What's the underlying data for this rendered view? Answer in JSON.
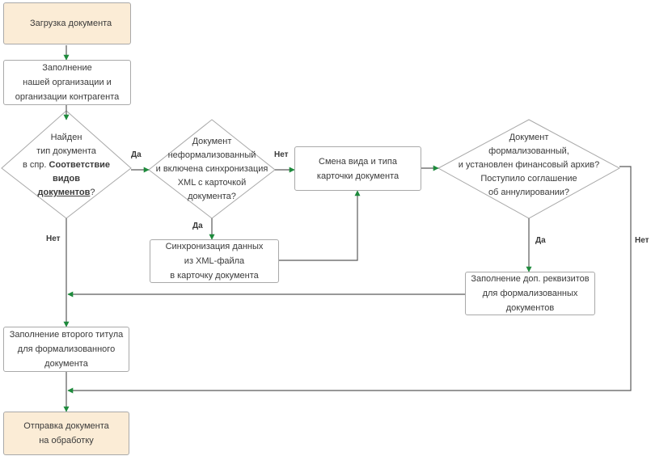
{
  "nodes": {
    "upload": "Загрузка документа",
    "fill_orgs": "Заполнение\nнашей организации и\nорганизации контрагента",
    "found_type": {
      "line1": "Найден",
      "line2": "тип документа",
      "line3_prefix": "в спр. ",
      "ref_part1": "Соответствие",
      "ref_part2": "видов",
      "ref_part3": "документов",
      "suffix": "?"
    },
    "informal_sync": "Документ\nнеформализованный\nи включена синхронизация\nXML с карточкой\nдокумента?",
    "change_type": "Смена вида и типа\nкарточки документа",
    "formal_archive": "Документ\nформализованный,\nи установлен финансовый архив?\nПоступило соглашение\nоб аннулировании?",
    "sync_xml": "Синхронизация данных\nиз XML-файла\nв карточку документа",
    "fill_extra": "Заполнение доп. реквизитов\nдля формализованных\nдокументов",
    "fill_second_title": "Заполнение второго титула\nдля формализованного\nдокумента",
    "send": "Отправка документа\nна обработку"
  },
  "labels": {
    "yes_found": "Да",
    "no_found": "Нет",
    "yes_informal": "Да",
    "no_informal": "Нет",
    "yes_formal": "Да",
    "no_formal": "Нет"
  },
  "colors": {
    "terminal_fill": "#fbecd6",
    "border": "#a9a9a9",
    "connector": "#5a5a5a",
    "arrowhead": "#1e8a3c"
  }
}
